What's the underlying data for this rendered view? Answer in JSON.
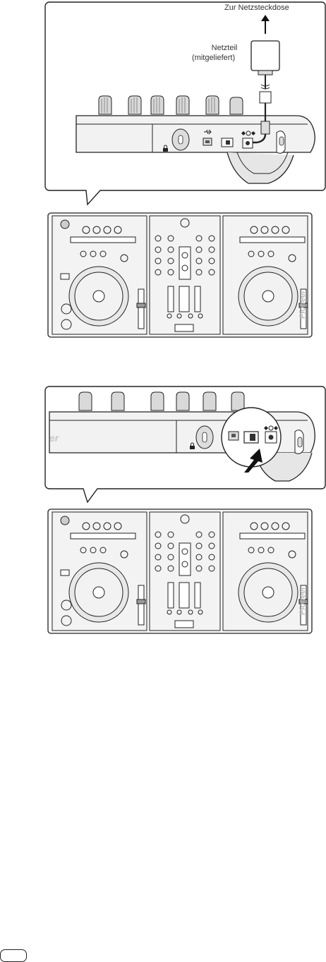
{
  "figure1": {
    "outlet_label": "Zur Netzsteckdose",
    "adapter_label_line1": "Netzteil",
    "adapter_label_line2": "(mitgeliefert)"
  },
  "controller": {
    "brand": "Pioneer"
  },
  "colors": {
    "line": "#222222",
    "panel": "#f2f2f2",
    "panel_dark": "#cfcfcf",
    "arrow": "#111111"
  },
  "icons": [
    "power-adapter-icon",
    "plug-icon",
    "arrow-up-icon",
    "arrow-pointer-icon",
    "usb-icon",
    "lock-icon",
    "dc-in-icon"
  ]
}
